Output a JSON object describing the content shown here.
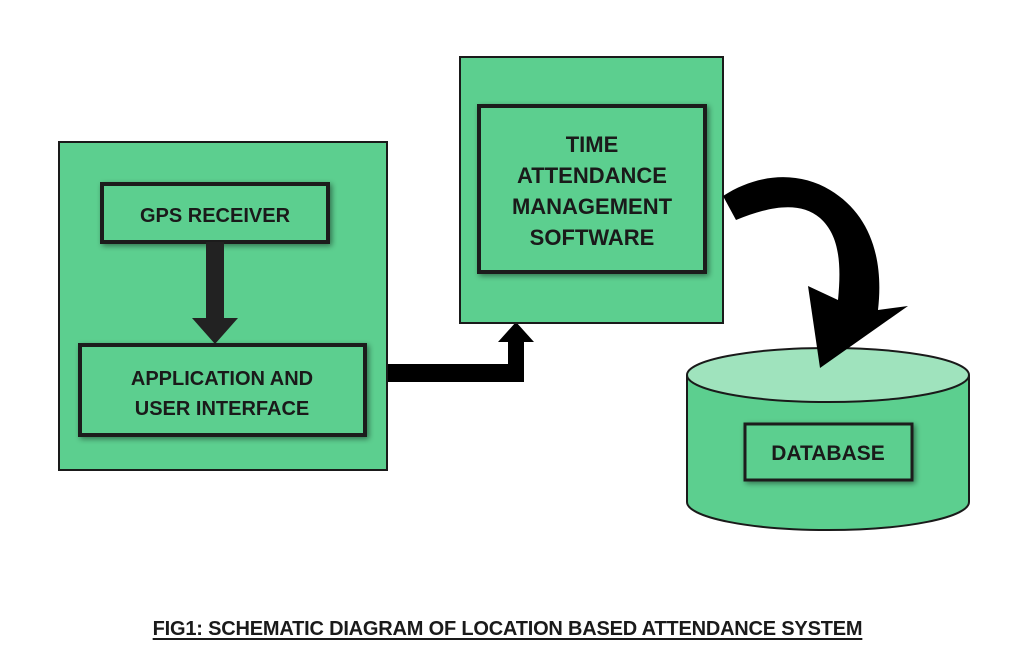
{
  "colors": {
    "box_fill": "#5ccf8f",
    "cylinder_top_fill": "#9fe3bd",
    "stroke": "#1a1a1a",
    "arrow": "#000000",
    "background": "#ffffff"
  },
  "blocks": {
    "gps_receiver": "GPS RECEIVER",
    "application_ui": {
      "line1": "APPLICATION AND",
      "line2": "USER INTERFACE"
    },
    "software": {
      "line1": "TIME",
      "line2": "ATTENDANCE",
      "line3": "MANAGEMENT",
      "line4": "SOFTWARE"
    },
    "database": "DATABASE"
  },
  "caption": "FIG1: SCHEMATIC DIAGRAM OF LOCATION BASED ATTENDANCE SYSTEM"
}
